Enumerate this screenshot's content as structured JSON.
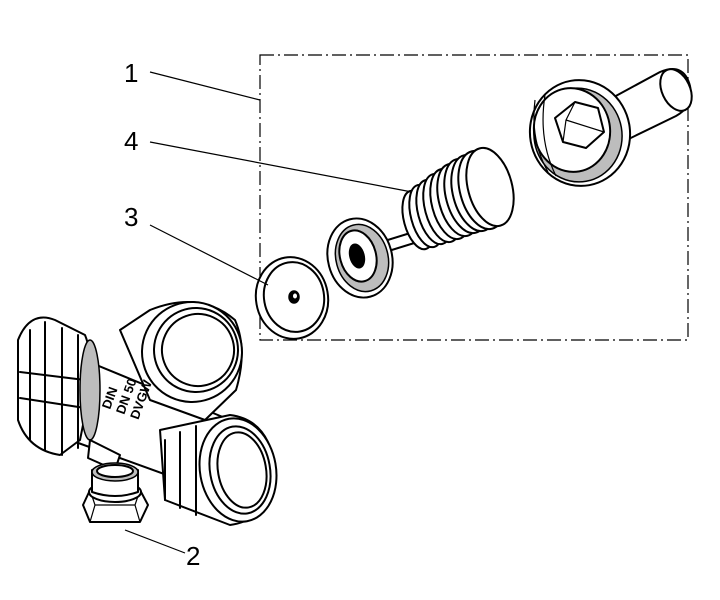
{
  "callouts": [
    {
      "number": "1"
    },
    {
      "number": "4"
    },
    {
      "number": "3"
    },
    {
      "number": "2"
    }
  ],
  "body_markings": {
    "line1": "DIN",
    "line2": "DN 50",
    "line3": "DVGW"
  }
}
